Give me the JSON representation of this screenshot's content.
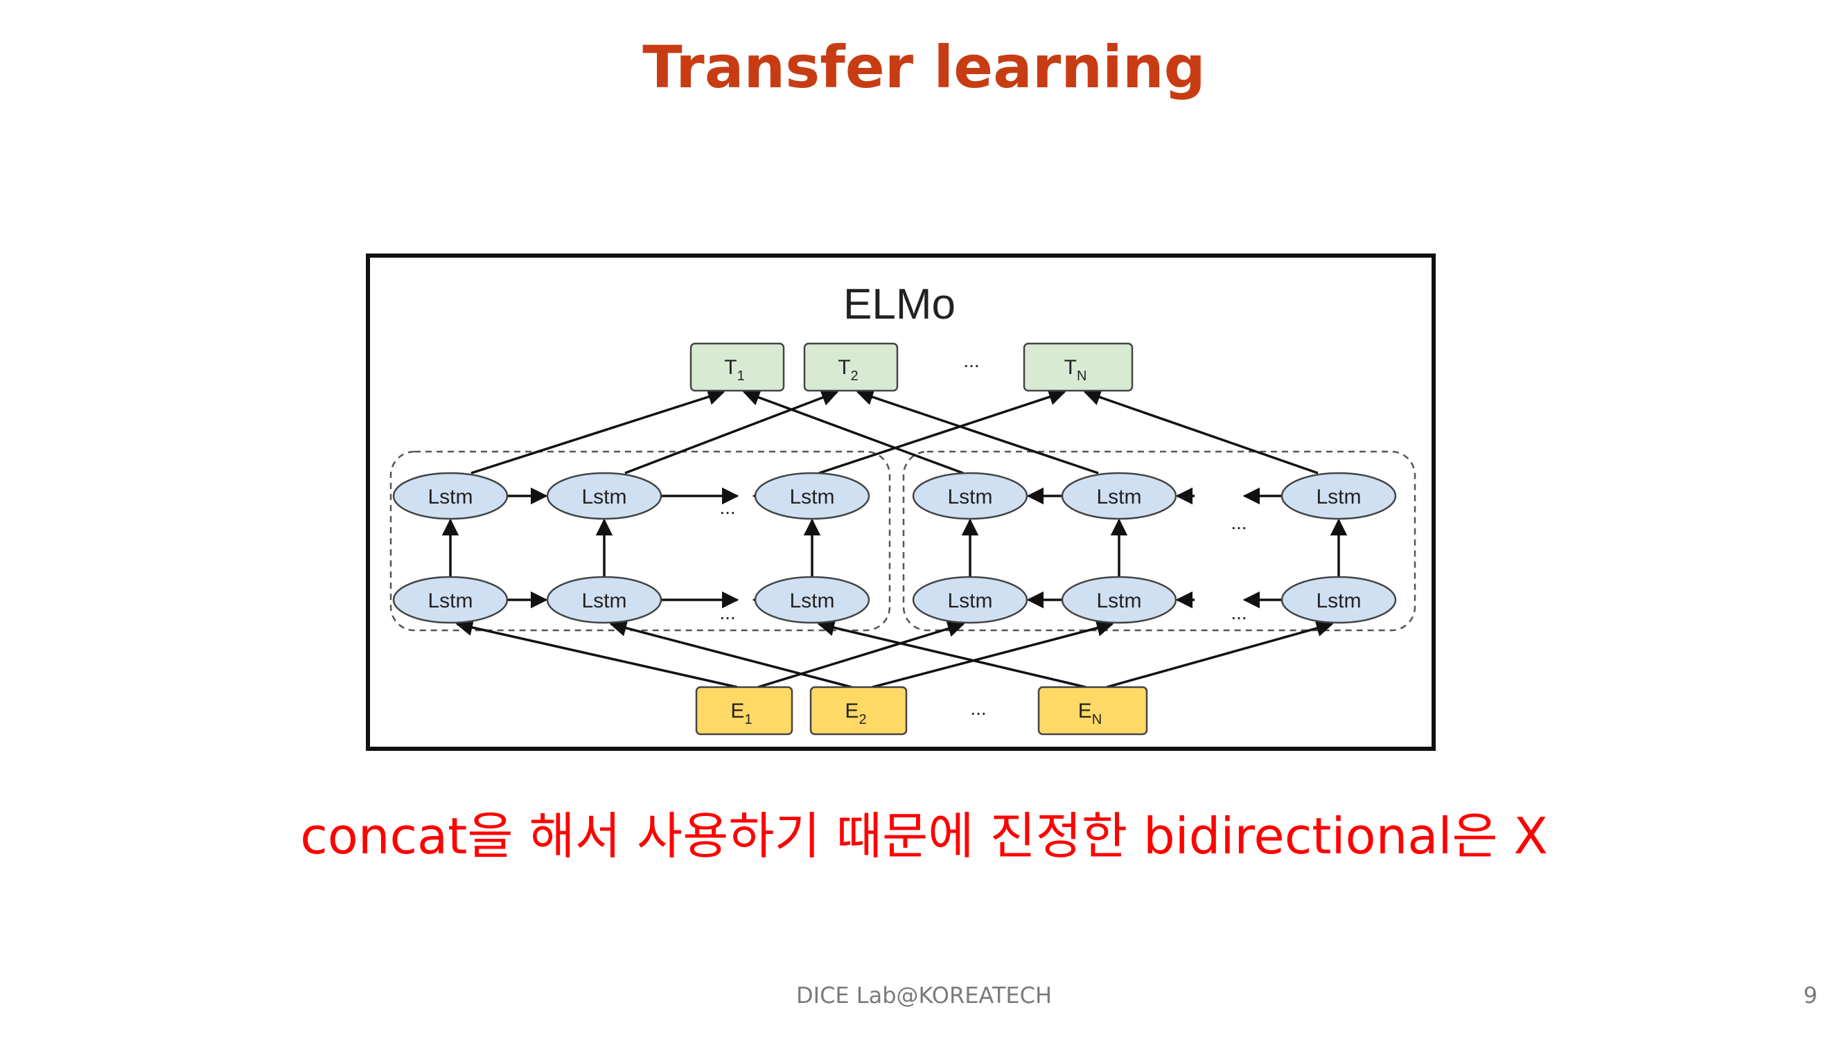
{
  "slide": {
    "title": "Transfer learning",
    "caption": "concat을 해서 사용하기 때문에 진정한 bidirectional은 X",
    "footer": "DICE Lab@KOREATECH",
    "page_number": "9"
  },
  "diagram": {
    "title": "ELMo",
    "lstm_label": "Lstm",
    "ellipsis": "...",
    "outputs": [
      {
        "base": "T",
        "sub": "1"
      },
      {
        "base": "T",
        "sub": "2"
      },
      {
        "base": "T",
        "sub": "N"
      }
    ],
    "inputs": [
      {
        "base": "E",
        "sub": "1"
      },
      {
        "base": "E",
        "sub": "2"
      },
      {
        "base": "E",
        "sub": "N"
      }
    ],
    "colors": {
      "output_fill": "#d9ead3",
      "input_fill": "#ffd966",
      "lstm_fill": "#cfe0f3",
      "title_color": "#c83c14",
      "caption_color": "#ff0000"
    }
  }
}
